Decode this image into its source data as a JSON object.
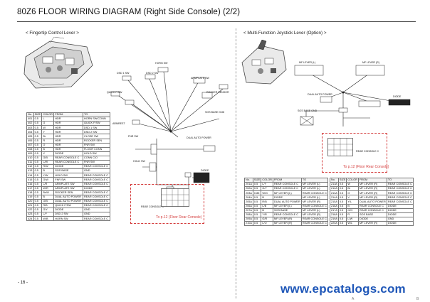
{
  "page": {
    "title": "80Z6 FLOOR WIRING DIAGRAM (Right Side Console) (2/2)",
    "page_number": "- 16 -",
    "watermark": "www.epcatalogs.com",
    "footer_marks": [
      "A",
      "B"
    ]
  },
  "left": {
    "section_title": "< Fingertip Control Lever >",
    "component_labels": {
      "horn_sw": "HORN SW",
      "dsd_sw": "DSD 1 SW",
      "dsd2_sw": "DSD 2 SW",
      "quick_fine": "QUICK F/SW",
      "armrest": "ARMREST",
      "armplate_sw": "ARMPLATE SW",
      "rocker_sensor": "ROCKER SENSOR",
      "sos_base": "SOS BASE GND",
      "fnr_sw": "FNR SW",
      "dual_auto_power": "DUAL AUTO POWER",
      "hold_sw": "HOLD SW",
      "diode": "DIODE",
      "rear_console": "REAR CONSOLE C"
    },
    "ref_note": "To p.12 (Floor Rear Console)",
    "table": {
      "headers": [
        "No.",
        "SIZE",
        "COLOR",
        "FROM",
        "TO"
      ],
      "rows": [
        [
          "401",
          "0.5",
          "L",
          "HDR",
          "HORN SW/CONN"
        ],
        [
          "402",
          "0.5",
          "G",
          "HDR",
          "QUICK F/SW"
        ],
        [
          "403",
          "0.5",
          "W",
          "HDR",
          "DSD 1 SW"
        ],
        [
          "404",
          "0.5",
          "Y",
          "HDR",
          "DSD 2 SW"
        ],
        [
          "405",
          "0.5",
          "Br",
          "HDR",
          "CLOSE SW"
        ],
        [
          "406",
          "0.5",
          "R",
          "HDR",
          "ROCKER SEN"
        ],
        [
          "407",
          "0.5",
          "O",
          "HDR",
          "FNR SW"
        ],
        [
          "408",
          "0.5",
          "B",
          "HDR",
          "FLOOR CONN"
        ],
        [
          "409",
          "0.5",
          "V",
          "DIODE",
          "HOLD SW"
        ],
        [
          "410",
          "0.5",
          "G/B",
          "REAR CONSOLE C",
          "CONN C/O"
        ],
        [
          "411",
          "0.5",
          "L/W",
          "REAR CONSOLE C",
          "FNR SW"
        ],
        [
          "412",
          "0.5",
          "R/W",
          "DIODE",
          "REAR CONSOLE C"
        ],
        [
          "413",
          "0.5",
          "B",
          "SOS BASE",
          "GND"
        ],
        [
          "414",
          "0.5",
          "Y/W",
          "HOLD SW",
          "REAR CONSOLE C"
        ],
        [
          "415",
          "0.5",
          "G/W",
          "FNR SW",
          "REAR CONSOLE C"
        ],
        [
          "416",
          "0.5",
          "L/R",
          "ARMPLATE SW",
          "REAR CONSOLE C"
        ],
        [
          "417",
          "0.5",
          "W/R",
          "ARMPLATE SW",
          "DIODE"
        ],
        [
          "418",
          "0.5",
          "Br/W",
          "ROCKER SEN",
          "REAR CONSOLE C"
        ],
        [
          "419",
          "0.5",
          "B",
          "DUAL AUTO POWER",
          "REAR CONSOLE C"
        ],
        [
          "420",
          "0.5",
          "O/B",
          "DUAL AUTO POWER",
          "REAR CONSOLE C"
        ],
        [
          "421",
          "0.5",
          "R/B",
          "QUICK F/SW",
          "REAR CONSOLE C"
        ],
        [
          "422",
          "0.5",
          "G/Y",
          "DIODE",
          "GND"
        ],
        [
          "423",
          "0.5",
          "L/Y",
          "DSD 2 SW",
          "GND"
        ],
        [
          "424",
          "0.5",
          "W/B",
          "HORN SW",
          "REAR CONSOLE C"
        ]
      ]
    }
  },
  "right": {
    "section_title": "< Multi-Function Joystick Lever (Option) >",
    "component_labels": {
      "mf_lever_l": "MF LEVER (L)",
      "mf_lever_r": "MF LEVER (R)",
      "dual_auto_power": "DUAL AUTO POWER",
      "diode": "DIODE",
      "rear_console": "REAR CONSOLE C",
      "sos_base": "SOS BASE GND"
    },
    "ref_note": "To p.12 (Floor Rear Console)",
    "table_a": {
      "headers": [
        "No.",
        "SIZE",
        "COLOR",
        "FROM",
        "TO"
      ],
      "rows": [
        [
          "201A",
          "0.5",
          "L/Y",
          "REAR CONSOLE C",
          "MF LEVER (L)"
        ],
        [
          "202A",
          "0.5",
          "G/Y",
          "REAR CONSOLE C",
          "MF LEVER (L)"
        ],
        [
          "203A",
          "0.85",
          "W/G",
          "MF LEVER (L)",
          "REAR CONSOLE C"
        ],
        [
          "204A",
          "0.5",
          "B",
          "DIODE",
          "MF LEVER (L)"
        ],
        [
          "205A",
          "0.5",
          "R/B",
          "DUAL AUTO POWER",
          "MF LEVER (R)"
        ],
        [
          "206A",
          "0.5",
          "L/B",
          "MF LEVER (L)",
          "REAR CONSOLE C"
        ],
        [
          "207A",
          "0.5",
          "B",
          "SOS BASE",
          "MF LEVER (L)"
        ],
        [
          "208A",
          "0.5",
          "Y/R",
          "REAR CONSOLE C",
          "MF LEVER (R)"
        ],
        [
          "209A",
          "0.5",
          "G/R",
          "MF LEVER (R)",
          "REAR CONSOLE C"
        ],
        [
          "210A",
          "0.5",
          "L/O",
          "MF LEVER (R)",
          "REAR CONSOLE C"
        ]
      ]
    },
    "table_b": {
      "headers": [
        "No.",
        "SIZE",
        "COLOR",
        "FROM",
        "TO"
      ],
      "rows": [
        [
          "211A",
          "0.5",
          "W",
          "MF LEVER (R)",
          "REAR CONSOLE C"
        ],
        [
          "212A",
          "0.5",
          "Br",
          "MF LEVER (R)",
          "REAR CONSOLE C"
        ],
        [
          "213A",
          "0.5",
          "O",
          "MF LEVER (R)",
          "REAR CONSOLE C"
        ],
        [
          "214A",
          "0.5",
          "V",
          "MF LEVER (R)",
          "REAR CONSOLE C"
        ],
        [
          "215A",
          "0.5",
          "Y/L",
          "DUAL AUTO POWER",
          "REAR CONSOLE C"
        ],
        [
          "216A",
          "0.5",
          "B",
          "REAR CONSOLE C",
          "DIODE"
        ],
        [
          "217A",
          "0.5",
          "G/O",
          "REAR CONSOLE C",
          "DIODE"
        ],
        [
          "218A",
          "0.5",
          "R",
          "SOS BASE",
          "DIODE"
        ],
        [
          "219A",
          "0.5",
          "L/W",
          "DIODE",
          "GND"
        ],
        [
          "220A",
          "0.5",
          "W/L",
          "MF LEVER (R)",
          "DIODE"
        ]
      ]
    }
  }
}
